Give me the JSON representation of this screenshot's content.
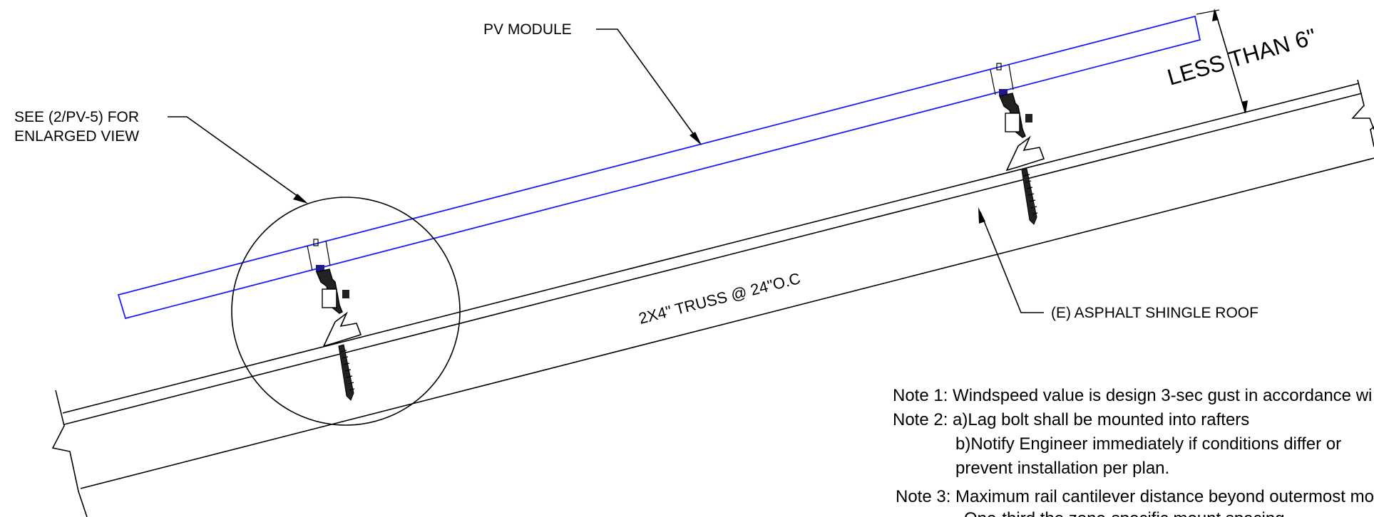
{
  "labels": {
    "pv_module": "PV MODULE",
    "see_detail_line1": "SEE (2/PV-5) FOR",
    "see_detail_line2": "ENLARGED VIEW",
    "less_than": "LESS THAN 6\"",
    "truss": "2X4\" TRUSS @ 24\"O.C",
    "roof": "(E) ASPHALT SHINGLE ROOF"
  },
  "notes": {
    "note1": "Note 1: Windspeed value is design 3-sec gust in accordance wi",
    "note2a": "Note 2: a)Lag bolt shall be mounted into rafters",
    "note2b": "b)Notify Engineer immediately if conditions differ or",
    "note2c": "prevent installation per plan.",
    "note3": "Note 3: Maximum rail cantilever distance beyond outermost mo",
    "note3b": "One-third the zone-specific mount spacing"
  },
  "colors": {
    "module": "#1a1aff",
    "lines": "#000000",
    "clamp": "#1a1a8c"
  }
}
